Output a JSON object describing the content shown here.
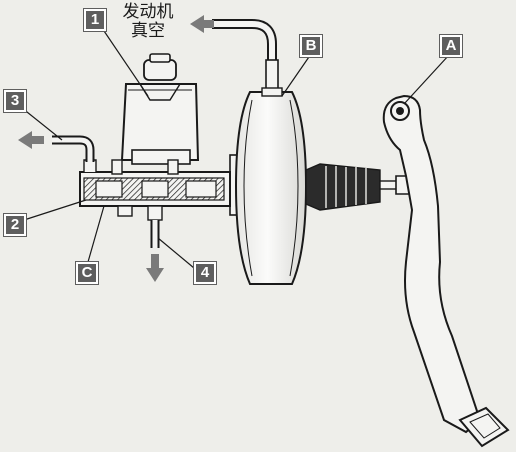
{
  "callouts": {
    "label_1": "1",
    "label_2": "2",
    "label_3": "3",
    "label_4": "4",
    "label_a": "A",
    "label_b": "B",
    "label_c": "C"
  },
  "vacuum_caption": {
    "line1": "发动机",
    "line2": "真空"
  },
  "colors": {
    "background": "#eeeeea",
    "outline": "#1a1a1a",
    "part_fill": "#f4f4f2",
    "callout_fill": "#5e5e5e",
    "arrow_fill": "#7a7a7a"
  }
}
